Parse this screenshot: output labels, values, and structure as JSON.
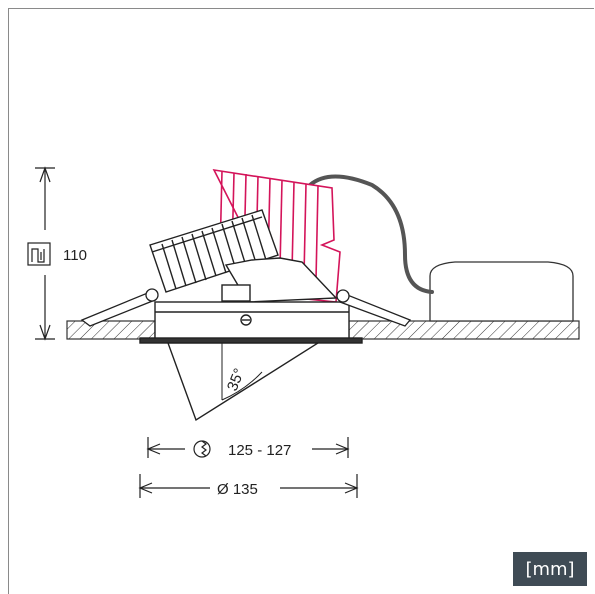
{
  "drawing": {
    "height_label": "110",
    "cutout_label": "125 - 127",
    "diameter_label": "Ø 135",
    "tilt_label": "35°",
    "unit_badge": "[mm]"
  },
  "colors": {
    "line": "#2a2a2a",
    "accent_magenta": "#d4145a",
    "cable": "#555555",
    "badge_bg": "#3f4b55",
    "badge_text": "#ffffff"
  },
  "icons": [
    "height-icon",
    "cutout-icon"
  ]
}
